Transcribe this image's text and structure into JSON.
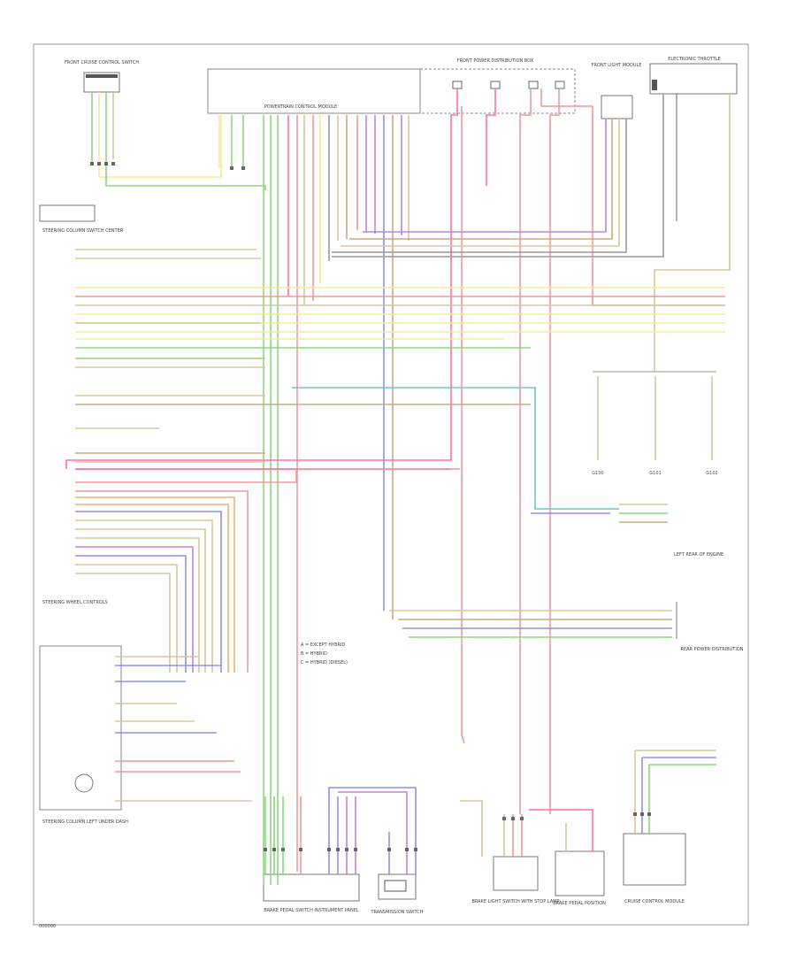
{
  "diagram": {
    "footer_code": "000000",
    "components": {
      "top_left_switch": "FRONT CRUISE CONTROL SWITCH",
      "main_module": "POWERTRAIN CONTROL MODULE",
      "fuse_block": "FRONT POWER DISTRIBUTION BOX",
      "top_right_box": "FRONT LIGHT MODULE",
      "far_right_box": "ELECTRONIC THROTTLE",
      "steering_column": "STEERING COLUMN SWITCH CENTER",
      "left_switch_group": "STEERING WHEEL CONTROLS",
      "bottom_left_connector": "STEERING COLUMN LEFT UNDER DASH",
      "bottom_center": "BRAKE PEDAL SWITCH INSTRUMENT PANEL",
      "transmission_switch": "TRANSMISSION SWITCH",
      "bottom_right_1": "BRAKE LIGHT SWITCH WITH STOP LAMP",
      "bottom_right_2": "BRAKE PEDAL POSITION",
      "bottom_right_3": "CRUISE CONTROL MODULE",
      "right_splice": "REAR POWER DISTRIBUTION",
      "right_ground_group": "LEFT REAR OF ENGINE"
    },
    "ground_labels": [
      "G100",
      "G101",
      "G102"
    ],
    "notes": [
      "A = EXCEPT HYBRID",
      "B = HYBRID",
      "C = HYBRID (DIESEL)"
    ]
  }
}
